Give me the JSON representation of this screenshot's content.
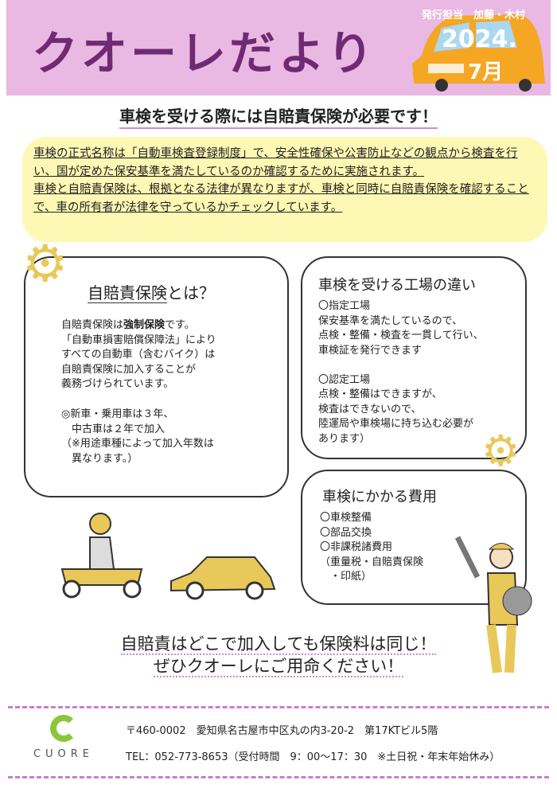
{
  "header": {
    "title": "クオーレだより",
    "publisher": "発行担当　加藤・木村",
    "year": "2024.",
    "month": "7月"
  },
  "headline": "車検を受ける際には自賠責保険が必要です！",
  "intro": [
    "車検の正式名称は「自動車検査登録制度」で、安全性確保や公害防止などの観点から検査を行い、国が定めた保安基準を満たしているのか確認するために実施されます。",
    "車検と自賠責保険は、根拠となる法律が異なりますが、車検と同時に自賠責保険を確認することで、車の所有者が法律を守っているかチェックしています。"
  ],
  "left_box": {
    "title": "自賠責保険",
    "title_suffix": "とは？",
    "p1_a": "自賠責保険は",
    "p1_bold": "強制保険",
    "p1_b": "です。\n「自動車損害賠償保障法」により\nすべての自動車（含むバイク）は\n自賠責保険に加入することが\n義務づけられています。",
    "p2": "◎新車・乗用車は３年、\n　中古車は２年で加入\n（※用途車種によって加入年数は\n　異なります。）"
  },
  "right_box1": {
    "title": "車検を受ける工場の違い",
    "body": "〇指定工場\n保安基準を満たしているので、\n点検・整備・検査を一貫して行い、\n車検証を発行できます\n\n〇認定工場\n点検・整備はできますが、\n検査はできないので、\n陸運局や車検場に持ち込む必要が\nあります）"
  },
  "right_box2": {
    "title": "車検にかかる費用",
    "body": "〇車検整備\n〇部品交換\n〇非課税諸費用\n（重量税・自賠責保険\n　・印紙）"
  },
  "closing": [
    "自賠責はどこで加入しても保険料は同じ！",
    "ぜひクオーレにご用命ください！"
  ],
  "footer": {
    "logo": "CUORE",
    "address": "〒460-0002　愛知県名古屋市中区丸の内3-20-2　第17KTビル5階",
    "tel": "TEL：052-773-8653（受付時間　9：00～17：30　※土日祝・年末年始休み）"
  },
  "colors": {
    "header_bg": "#e9b8e3",
    "title": "#6e2a72",
    "intro_bg": "#fdf8b4",
    "accent_gold": "#e9c85a"
  }
}
